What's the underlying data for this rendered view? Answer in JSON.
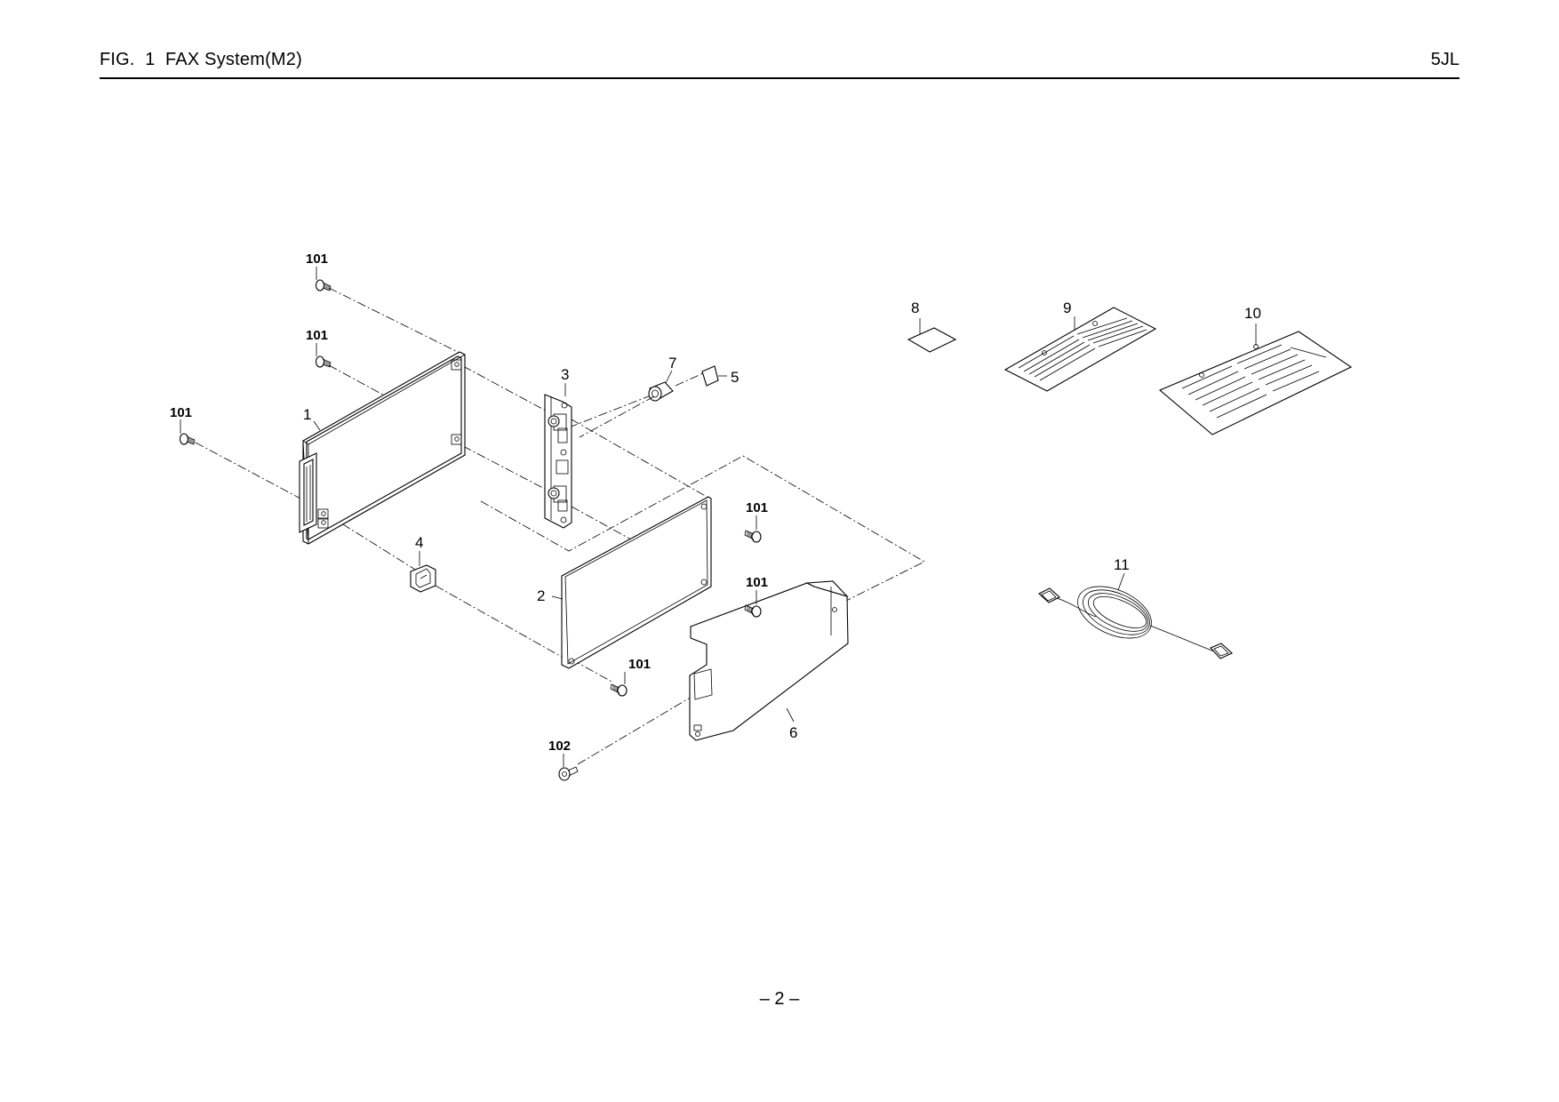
{
  "header": {
    "title": "FIG.  1  FAX System(M2)",
    "code": "5JL"
  },
  "footer": {
    "page_number": "– 2 –"
  },
  "callouts": {
    "c1": "1",
    "c2": "2",
    "c3": "3",
    "c4": "4",
    "c5": "5",
    "c6": "6",
    "c7": "7",
    "c8": "8",
    "c9": "9",
    "c10": "10",
    "c11": "11",
    "screw101": "101",
    "screw102": "102"
  }
}
